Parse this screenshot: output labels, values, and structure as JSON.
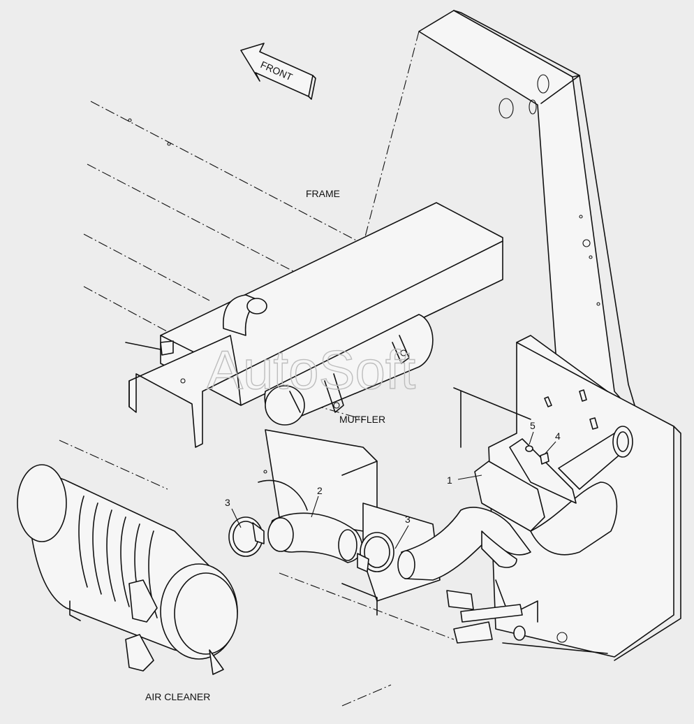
{
  "labels": {
    "front": "FRONT",
    "frame": "FRAME",
    "muffler": "MUFFLER",
    "air_cleaner": "AIR CLEANER"
  },
  "callouts": {
    "part1": "1",
    "part2": "2",
    "part3a": "3",
    "part3b": "3",
    "part4": "4",
    "part5": "5"
  },
  "watermark": "AutoSoft"
}
